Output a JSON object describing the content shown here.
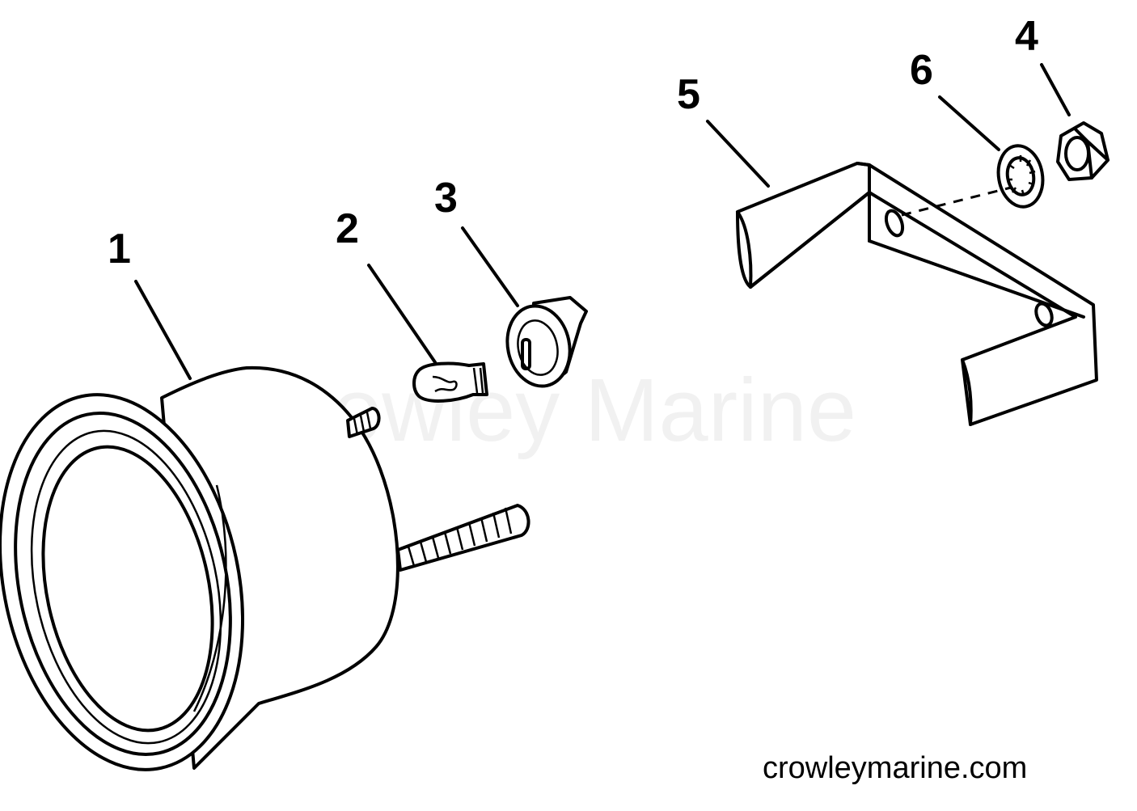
{
  "callouts": [
    "1",
    "2",
    "3",
    "4",
    "5",
    "6"
  ],
  "watermark": "Crowley Marine",
  "site": "crowleymarine.com"
}
